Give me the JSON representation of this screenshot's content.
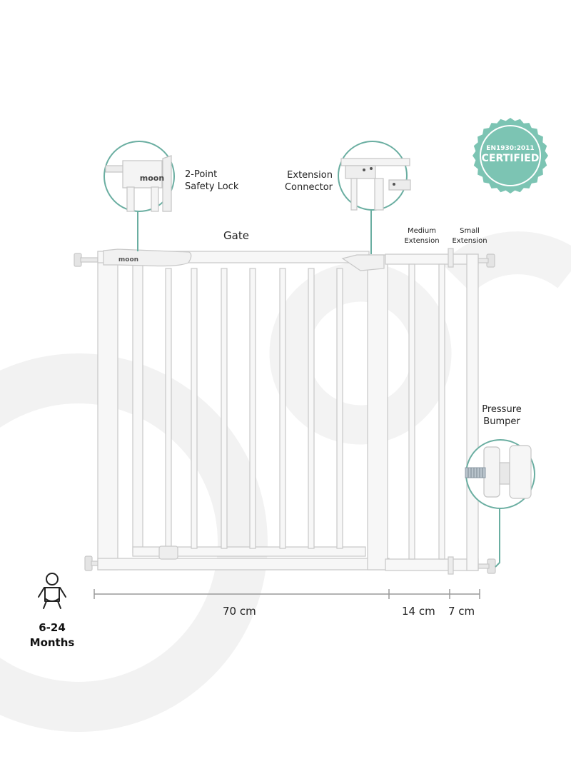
{
  "callouts": {
    "safety_lock": {
      "line1": "2-Point",
      "line2": "Safety Lock"
    },
    "extension_connector": {
      "line1": "Extension",
      "line2": "Connector"
    },
    "pressure_bumper": {
      "line1": "Pressure",
      "line2": "Bumper"
    }
  },
  "gate_label": "Gate",
  "extensions": {
    "medium": {
      "line1": "Medium",
      "line2": "Extension"
    },
    "small": {
      "line1": "Small",
      "line2": "Extension"
    }
  },
  "brand_logo_text": "moon",
  "badge": {
    "top": "EN1930:2011",
    "main": "CERTIFIED",
    "color": "#7cc4b3"
  },
  "measurements": {
    "gate": "70 cm",
    "medium": "14 cm",
    "small": "7 cm"
  },
  "age": {
    "range": "6-24",
    "unit": "Months"
  },
  "colors": {
    "accent": "#6aaea1",
    "background_ring": "#f2f2f2",
    "frame": "#f7f7f7",
    "frame_stroke": "#c8c8c8"
  }
}
